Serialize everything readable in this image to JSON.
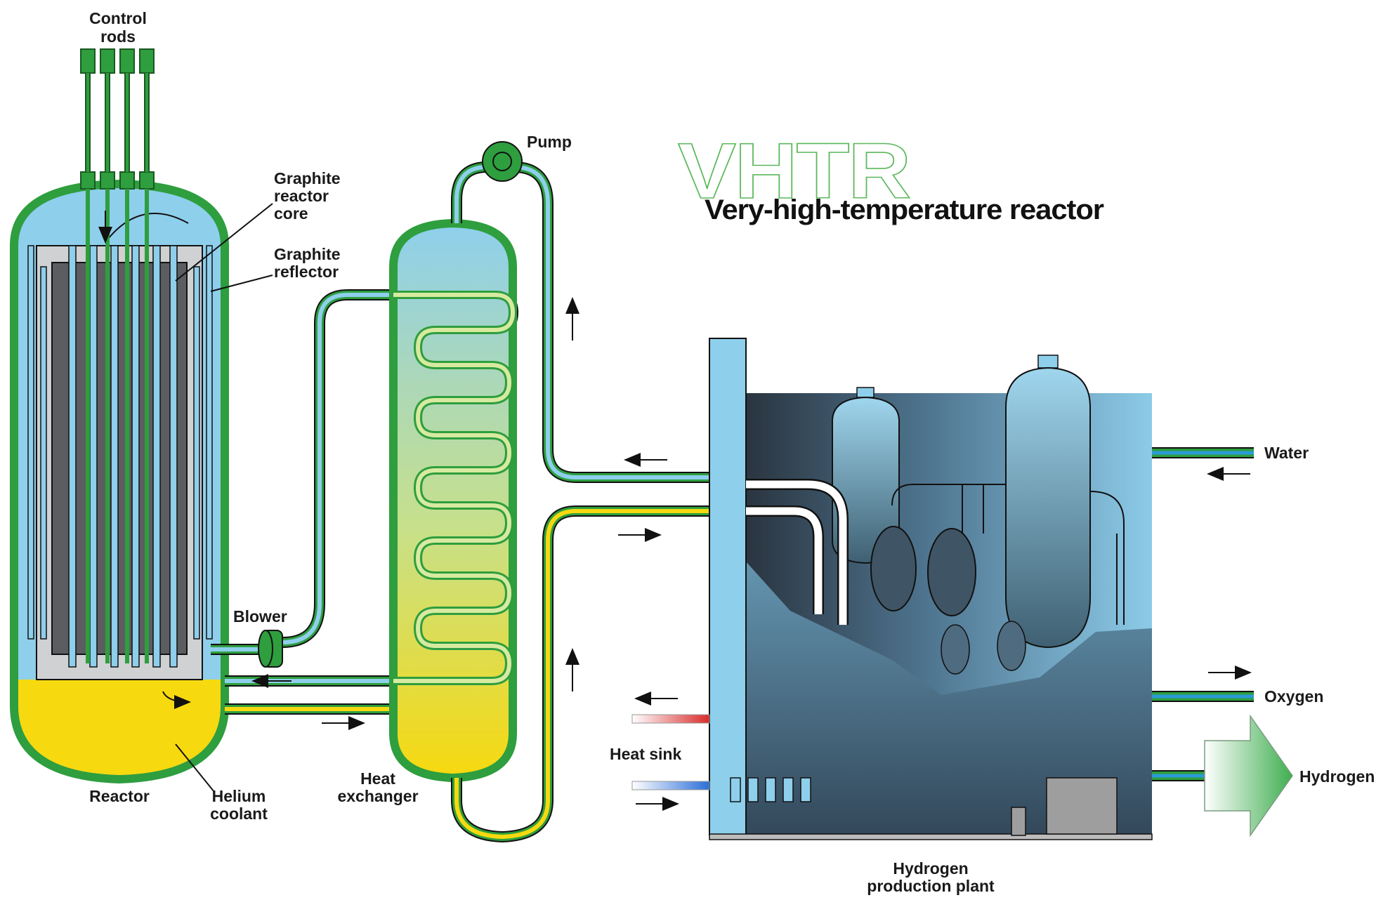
{
  "title": {
    "acronym": "VHTR",
    "subtitle": "Very-high-temperature reactor"
  },
  "labels": {
    "control_rods": [
      "Control",
      "rods"
    ],
    "graphite_core": [
      "Graphite",
      "reactor",
      "core"
    ],
    "graphite_reflector": [
      "Graphite",
      "reflector"
    ],
    "pump": "Pump",
    "blower": "Blower",
    "reactor": "Reactor",
    "helium_coolant": [
      "Helium",
      "coolant"
    ],
    "heat_exchanger": [
      "Heat",
      "exchanger"
    ],
    "heat_sink": "Heat sink",
    "water": "Water",
    "oxygen": "Oxygen",
    "hydrogen": "Hydrogen",
    "hydrogen_plant": [
      "Hydrogen",
      "production plant"
    ]
  },
  "colors": {
    "vessel_green": "#2e9e3e",
    "helium_blue": "#8ecfec",
    "hot_yellow": "#f7d90f",
    "graphite_dark": "#5b5d61",
    "plant_slate": "#4c6b80",
    "title_outline": "#5cb85c"
  }
}
